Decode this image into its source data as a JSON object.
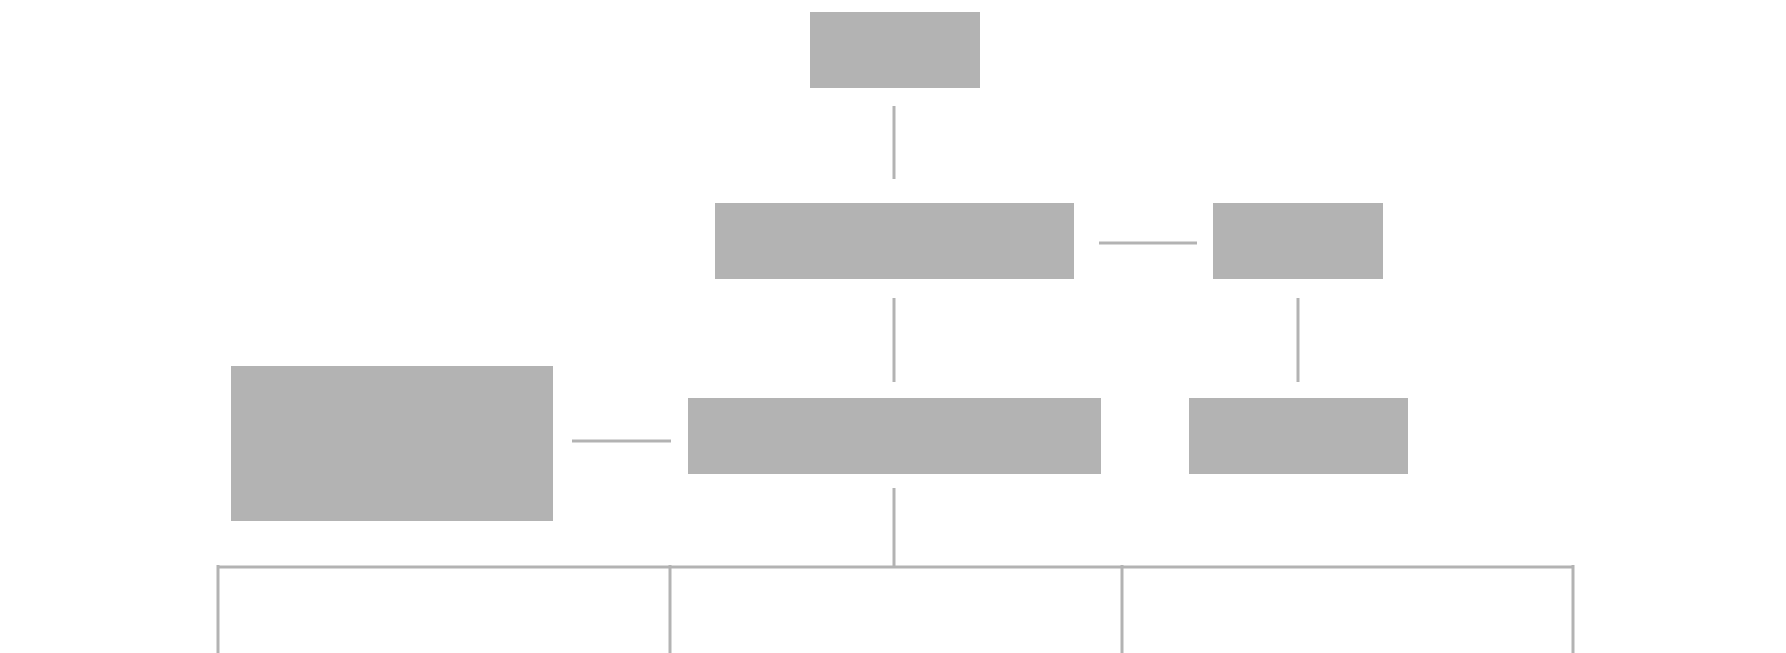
{
  "diagram": {
    "type": "organization-chart",
    "text_labels": [],
    "colors": {
      "background": "#ffffff",
      "box_fill": "#b3b3b3",
      "connector": "#b3b3b3"
    },
    "nodes": [
      {
        "id": "top"
      },
      {
        "id": "middle-center"
      },
      {
        "id": "middle-right"
      },
      {
        "id": "lower-left"
      },
      {
        "id": "lower-center"
      },
      {
        "id": "lower-right"
      }
    ],
    "connections": [
      {
        "from": "top",
        "to": "middle-center"
      },
      {
        "from": "middle-center",
        "to": "middle-right"
      },
      {
        "from": "middle-center",
        "to": "lower-center"
      },
      {
        "from": "middle-right",
        "to": "lower-right"
      },
      {
        "from": "lower-left",
        "to": "lower-center"
      },
      {
        "from": "lower-center",
        "to": "bottom-branches"
      }
    ],
    "bottom_branch_count": 4
  }
}
